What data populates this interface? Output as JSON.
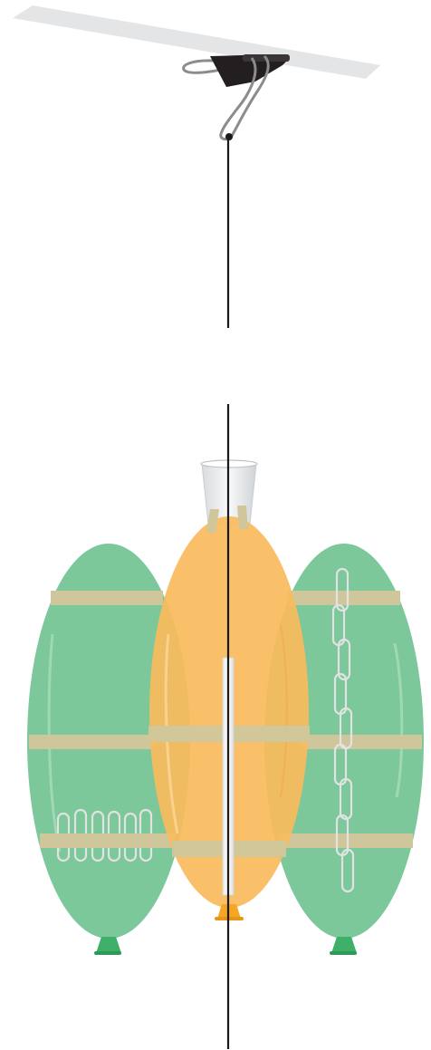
{
  "scene": {
    "objects": [
      "ceiling-strip",
      "binder-clip",
      "hanging-string",
      "plastic-cup",
      "green-balloon-left",
      "orange-balloon-center",
      "green-balloon-right",
      "tape-bands",
      "paper-clips",
      "straw"
    ]
  },
  "colors": {
    "ceiling": "#e3e5e7",
    "clip": "#231f20",
    "clip_wire": "#8a8c8e",
    "string": "#1a1a1a",
    "green_balloon": "#7cc89a",
    "green_knot": "#3fb06a",
    "orange_balloon": "#f9bb5c",
    "orange_knot": "#f5a623",
    "tape": "#cfc79b",
    "paper_clip": "#d8d8d8",
    "straw": "#ffffff",
    "cup": "#eef0f1"
  }
}
